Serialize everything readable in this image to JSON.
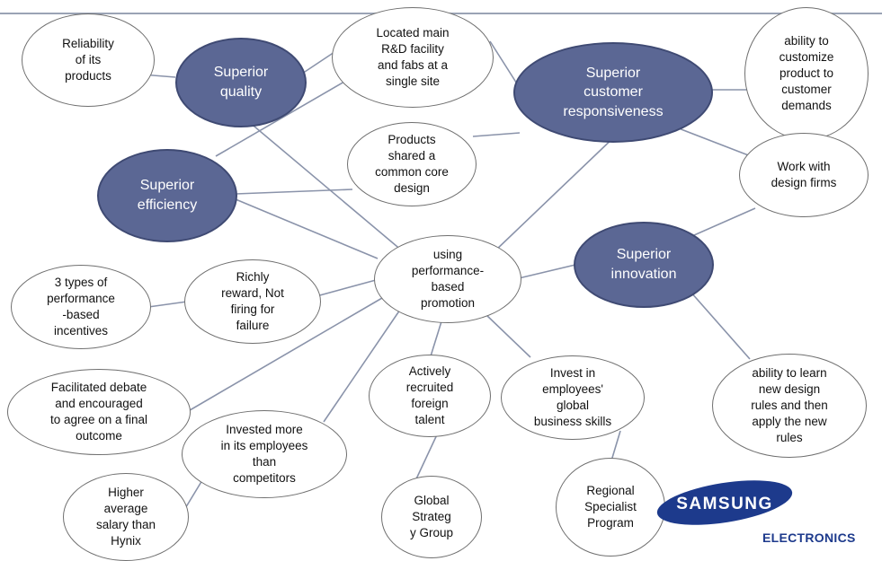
{
  "colors": {
    "key_fill": "#5b6794",
    "key_border": "#3f4a73",
    "plain_border": "#6f6f6f",
    "connector": "#8a93aa",
    "samsung_blue": "#1d3a8c"
  },
  "nodes": {
    "superior_quality": "Superior\nquality",
    "superior_efficiency": "Superior\nefficiency",
    "superior_customer_responsiveness": "Superior\ncustomer\nresponsiveness",
    "superior_innovation": "Superior\ninnovation",
    "reliability": "Reliability\nof its\nproducts",
    "rd_facility": "Located main\nR&D facility\nand fabs at a\nsingle site",
    "customize": "ability to\ncustomize\nproduct to\ncustomer\ndemands",
    "core_design": "Products\nshared a\ncommon core\ndesign",
    "design_firms": "Work with\ndesign firms",
    "performance_promotion": "using\nperformance-\nbased\npromotion",
    "incentives": "3 types of\nperformance\n-based\nincentives",
    "richly_reward": "Richly\nreward, Not\nfiring for\nfailure",
    "debate": "Facilitated debate\nand encouraged\nto agree on a final\noutcome",
    "invested_more": "Invested more\nin its employees\nthan\ncompetitors",
    "higher_salary": "Higher\naverage\nsalary than\nHynix",
    "foreign_talent": "Actively\nrecruited\nforeign\ntalent",
    "global_strategy": "Global\nStrateg\ny Group",
    "business_skills": "Invest in\nemployees'\nglobal\nbusiness skills",
    "regional_specialist": "Regional\nSpecialist\nProgram",
    "learn_design_rules": "ability to learn\nnew design\nrules and then\napply the new\nrules"
  },
  "logo": {
    "brand": "SAMSUNG",
    "division": "ELECTRONICS"
  }
}
